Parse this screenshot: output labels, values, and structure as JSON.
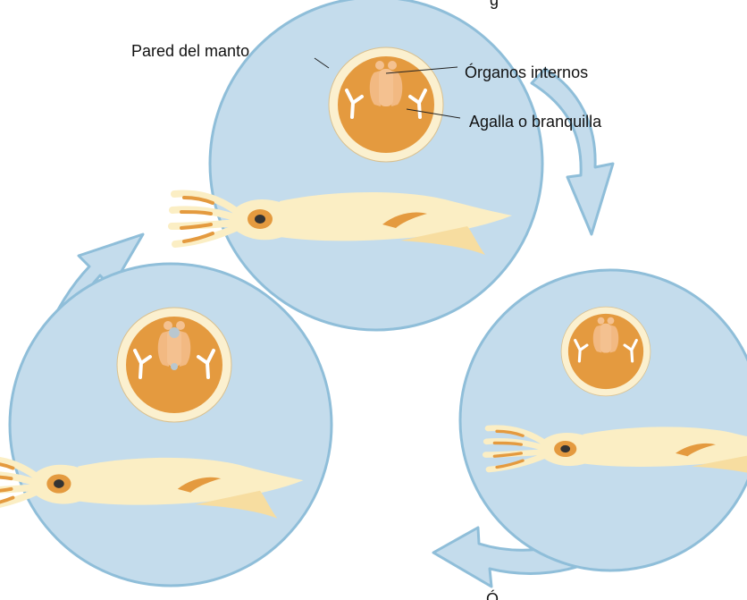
{
  "top_fragment": "g",
  "bottom_fragment": "Ó",
  "labels": {
    "mantle_wall": "Pared del manto",
    "internal_organs": "Órganos internos",
    "gill": "Agalla o branquilla"
  },
  "colors": {
    "panel_fill": "#c4dcec",
    "panel_stroke": "#8fbed9",
    "arrow_fill": "#c4dcec",
    "arrow_stroke": "#8fbed9",
    "mantle_ring": "#fbf0cf",
    "mantle_core": "#e49a3f",
    "organs": "#f4c190",
    "gill": "#ffffff",
    "squid_body": "#fbeec4",
    "squid_fin": "#f7dda0",
    "squid_tentacle_accent": "#e49a3f",
    "squid_eye_ring": "#e49a3f",
    "squid_pupil": "#333333",
    "leader_line": "#222222"
  },
  "icons": [
    "cycle-arrow-icon",
    "squid-illustration",
    "mantle-cross-section"
  ]
}
